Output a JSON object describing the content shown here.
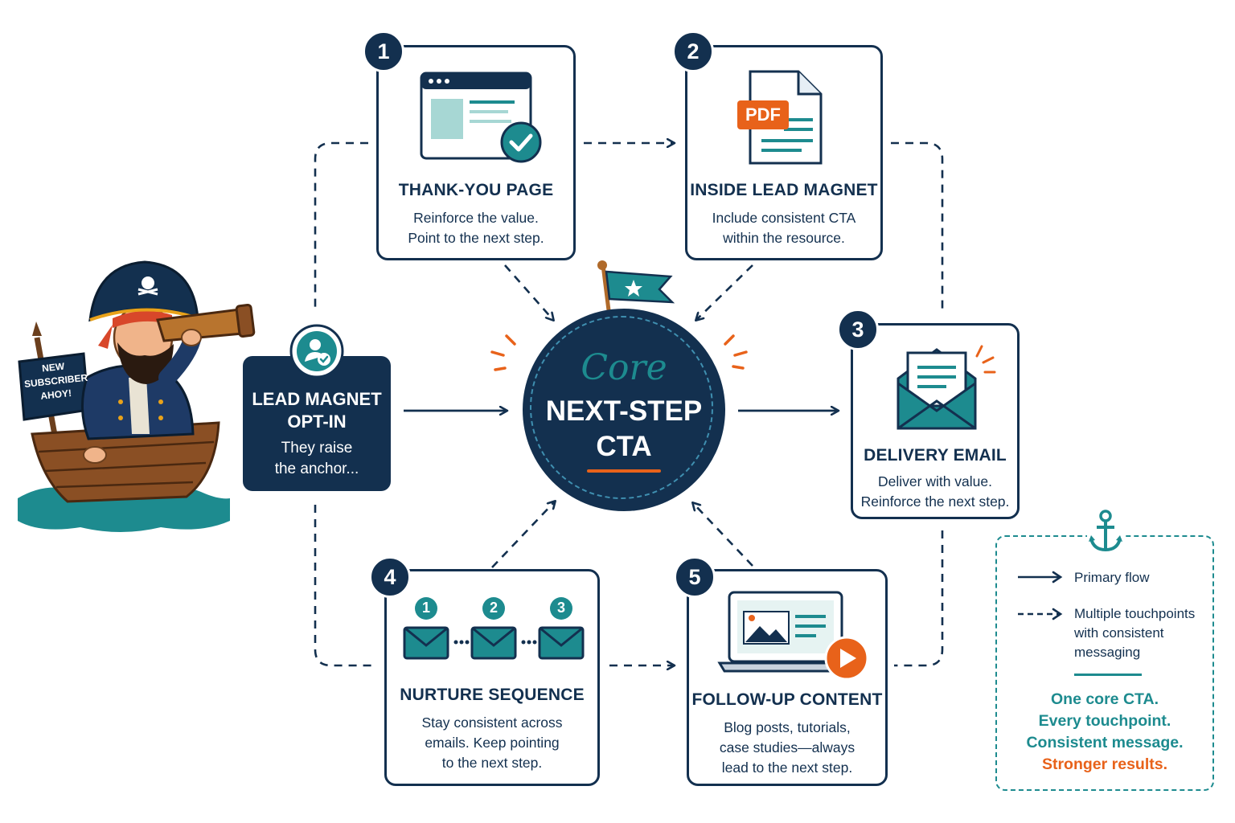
{
  "steps": [
    {
      "num": "1",
      "title": "THANK-YOU PAGE",
      "desc": [
        "Reinforce the value.",
        "Point to the next step."
      ]
    },
    {
      "num": "2",
      "title": "INSIDE LEAD MAGNET",
      "desc": [
        "Include consistent CTA",
        "within the resource."
      ],
      "pdf_label": "PDF"
    },
    {
      "num": "3",
      "title": "DELIVERY EMAIL",
      "desc": [
        "Deliver with value.",
        "Reinforce the next step."
      ]
    },
    {
      "num": "4",
      "title": "NURTURE SEQUENCE",
      "desc": [
        "Stay consistent across",
        "emails. Keep pointing",
        "to the next step."
      ],
      "email_nums": [
        "1",
        "2",
        "3"
      ]
    },
    {
      "num": "5",
      "title": "FOLLOW-UP CONTENT",
      "desc": [
        "Blog posts, tutorials,",
        "case studies—always",
        "lead to the next step."
      ]
    }
  ],
  "optin": {
    "title": [
      "LEAD MAGNET",
      "OPT-IN"
    ],
    "sub": [
      "They raise",
      "the anchor..."
    ]
  },
  "core": {
    "script": "Core",
    "line1": "NEXT-STEP",
    "line2": "CTA"
  },
  "pirate": {
    "sign": [
      "NEW",
      "SUBSCRIBER",
      "AHOY!"
    ]
  },
  "legend": {
    "primary": "Primary flow",
    "multiple": [
      "Multiple touchpoints",
      "with consistent",
      "messaging"
    ],
    "slogan": [
      "One core CTA.",
      "Every touchpoint.",
      "Consistent message."
    ],
    "slogan_accent": "Stronger results."
  },
  "colors": {
    "navy": "#13304f",
    "teal": "#1d8b8f",
    "orange": "#e8621a"
  }
}
